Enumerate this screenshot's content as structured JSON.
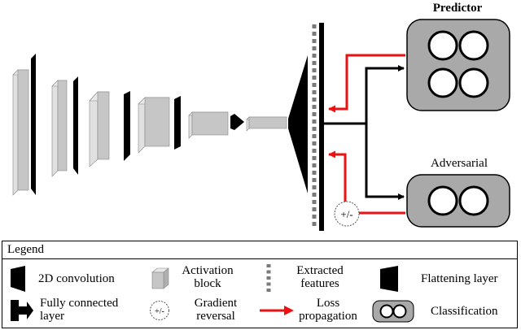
{
  "diagram": {
    "predictor_label": "Predictor",
    "adversarial_label": "Adversarial",
    "gradient_reversal_symbol": "+/-"
  },
  "legend": {
    "title": "Legend",
    "items": [
      {
        "icon": "conv2d-icon",
        "label": "2D convolution"
      },
      {
        "icon": "activation-block-icon",
        "label_line1": "Activation",
        "label_line2": "block"
      },
      {
        "icon": "extracted-features-icon",
        "label_line1": "Extracted",
        "label_line2": "features"
      },
      {
        "icon": "flattening-layer-icon",
        "label": "Flattening layer"
      },
      {
        "icon": "fully-connected-icon",
        "label_line1": "Fully connected",
        "label_line2": "layer"
      },
      {
        "icon": "gradient-reversal-icon",
        "symbol": "+/-",
        "label_line1": "Gradient",
        "label_line2": "reversal"
      },
      {
        "icon": "loss-propagation-arrow-icon",
        "label_line1": "Loss",
        "label_line2": "propagation"
      },
      {
        "icon": "classification-icon",
        "label": "Classification"
      }
    ]
  },
  "colors": {
    "loss_arrow": "#ee1111",
    "block_fill": "#c8c8c8",
    "classifier_fill": "#a9a9a9",
    "ink": "#000000"
  }
}
